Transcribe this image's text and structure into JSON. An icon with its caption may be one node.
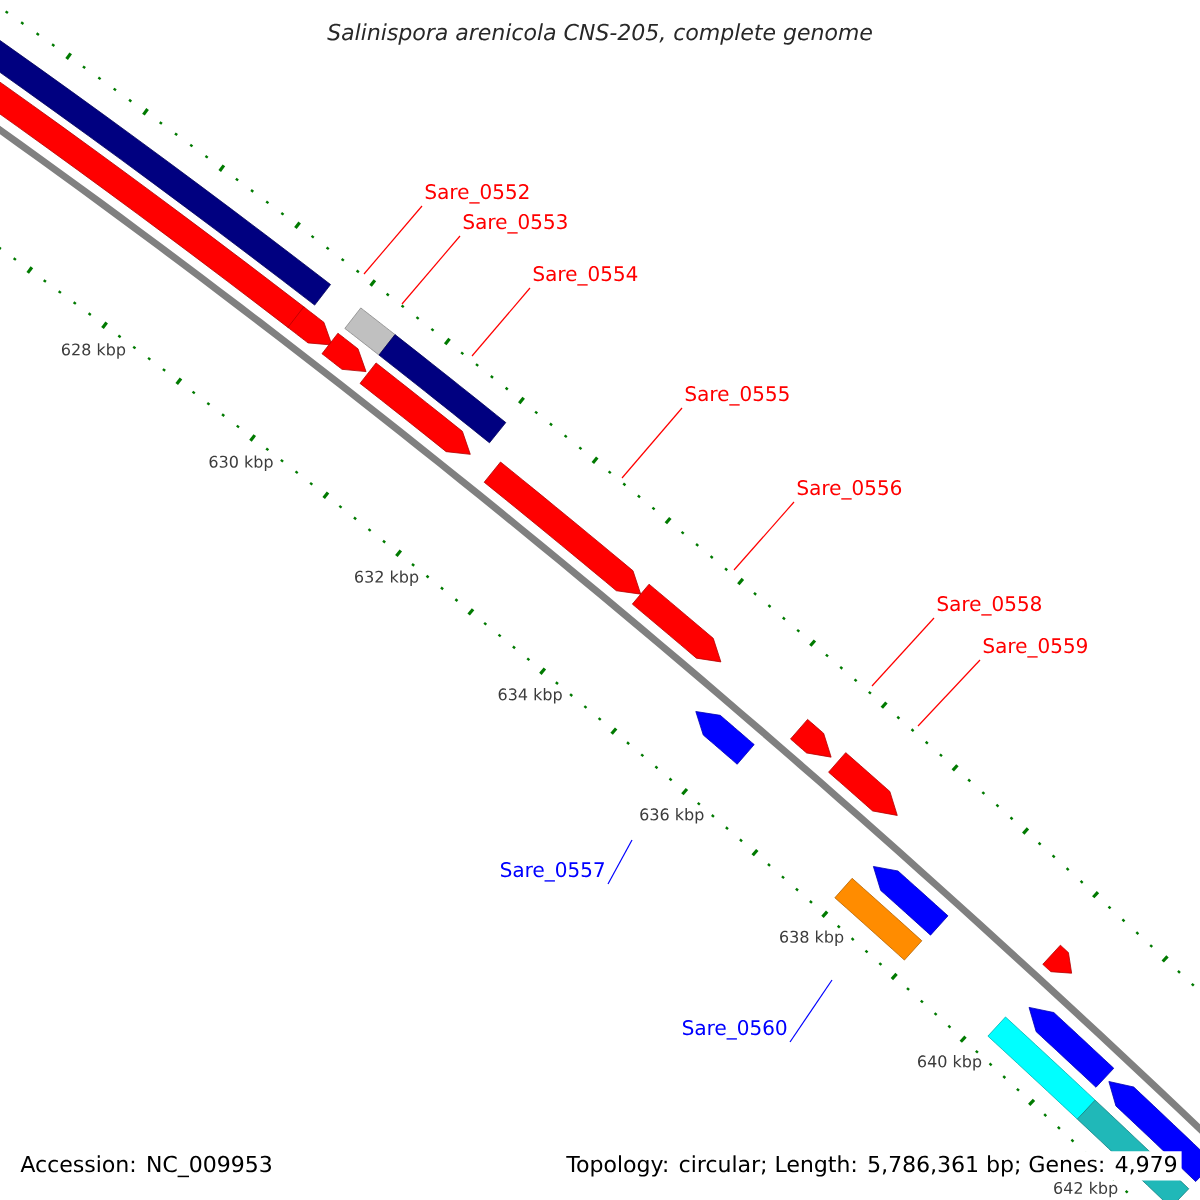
{
  "diagram": {
    "title": "Salinispora arenicola CNS-205, complete genome",
    "nodes": [
      {
        "text": [
          "Sare_0552"
        ]
      },
      {
        "text": [
          "Sare_0553"
        ]
      },
      {
        "text": [
          "Sare_0554"
        ]
      },
      {
        "text": [
          "Sare_0555"
        ]
      },
      {
        "text": [
          "Sare_0556"
        ]
      },
      {
        "text": [
          "Sare_0558"
        ]
      },
      {
        "text": [
          "Sare_0559"
        ]
      },
      {
        "text": [
          "Sare_0557"
        ]
      },
      {
        "text": [
          "Sare_0560"
        ]
      }
    ],
    "edges": [
      {
        "from": 0,
        "to": null,
        "arrow": "none"
      },
      {
        "from": 1,
        "to": null,
        "arrow": "none"
      },
      {
        "from": 2,
        "to": null,
        "arrow": "none"
      },
      {
        "from": 3,
        "to": null,
        "arrow": "none"
      },
      {
        "from": 4,
        "to": null,
        "arrow": "none"
      },
      {
        "from": 5,
        "to": null,
        "arrow": "none"
      },
      {
        "from": 6,
        "to": null,
        "arrow": "none"
      },
      {
        "from": 7,
        "to": null,
        "arrow": "none",
        "color": "#0000ff"
      },
      {
        "from": 8,
        "to": null,
        "arrow": "none",
        "color": "#0000ff"
      }
    ],
    "labels": [
      "628 kbp",
      "630 kbp",
      "632 kbp",
      "634 kbp",
      "636 kbp",
      "638 kbp",
      "640 kbp",
      "642 kbp",
      "Accession: NC_009953",
      "Topology: circular; Length: 5,786,361 bp; Genes: 4,979"
    ]
  }
}
